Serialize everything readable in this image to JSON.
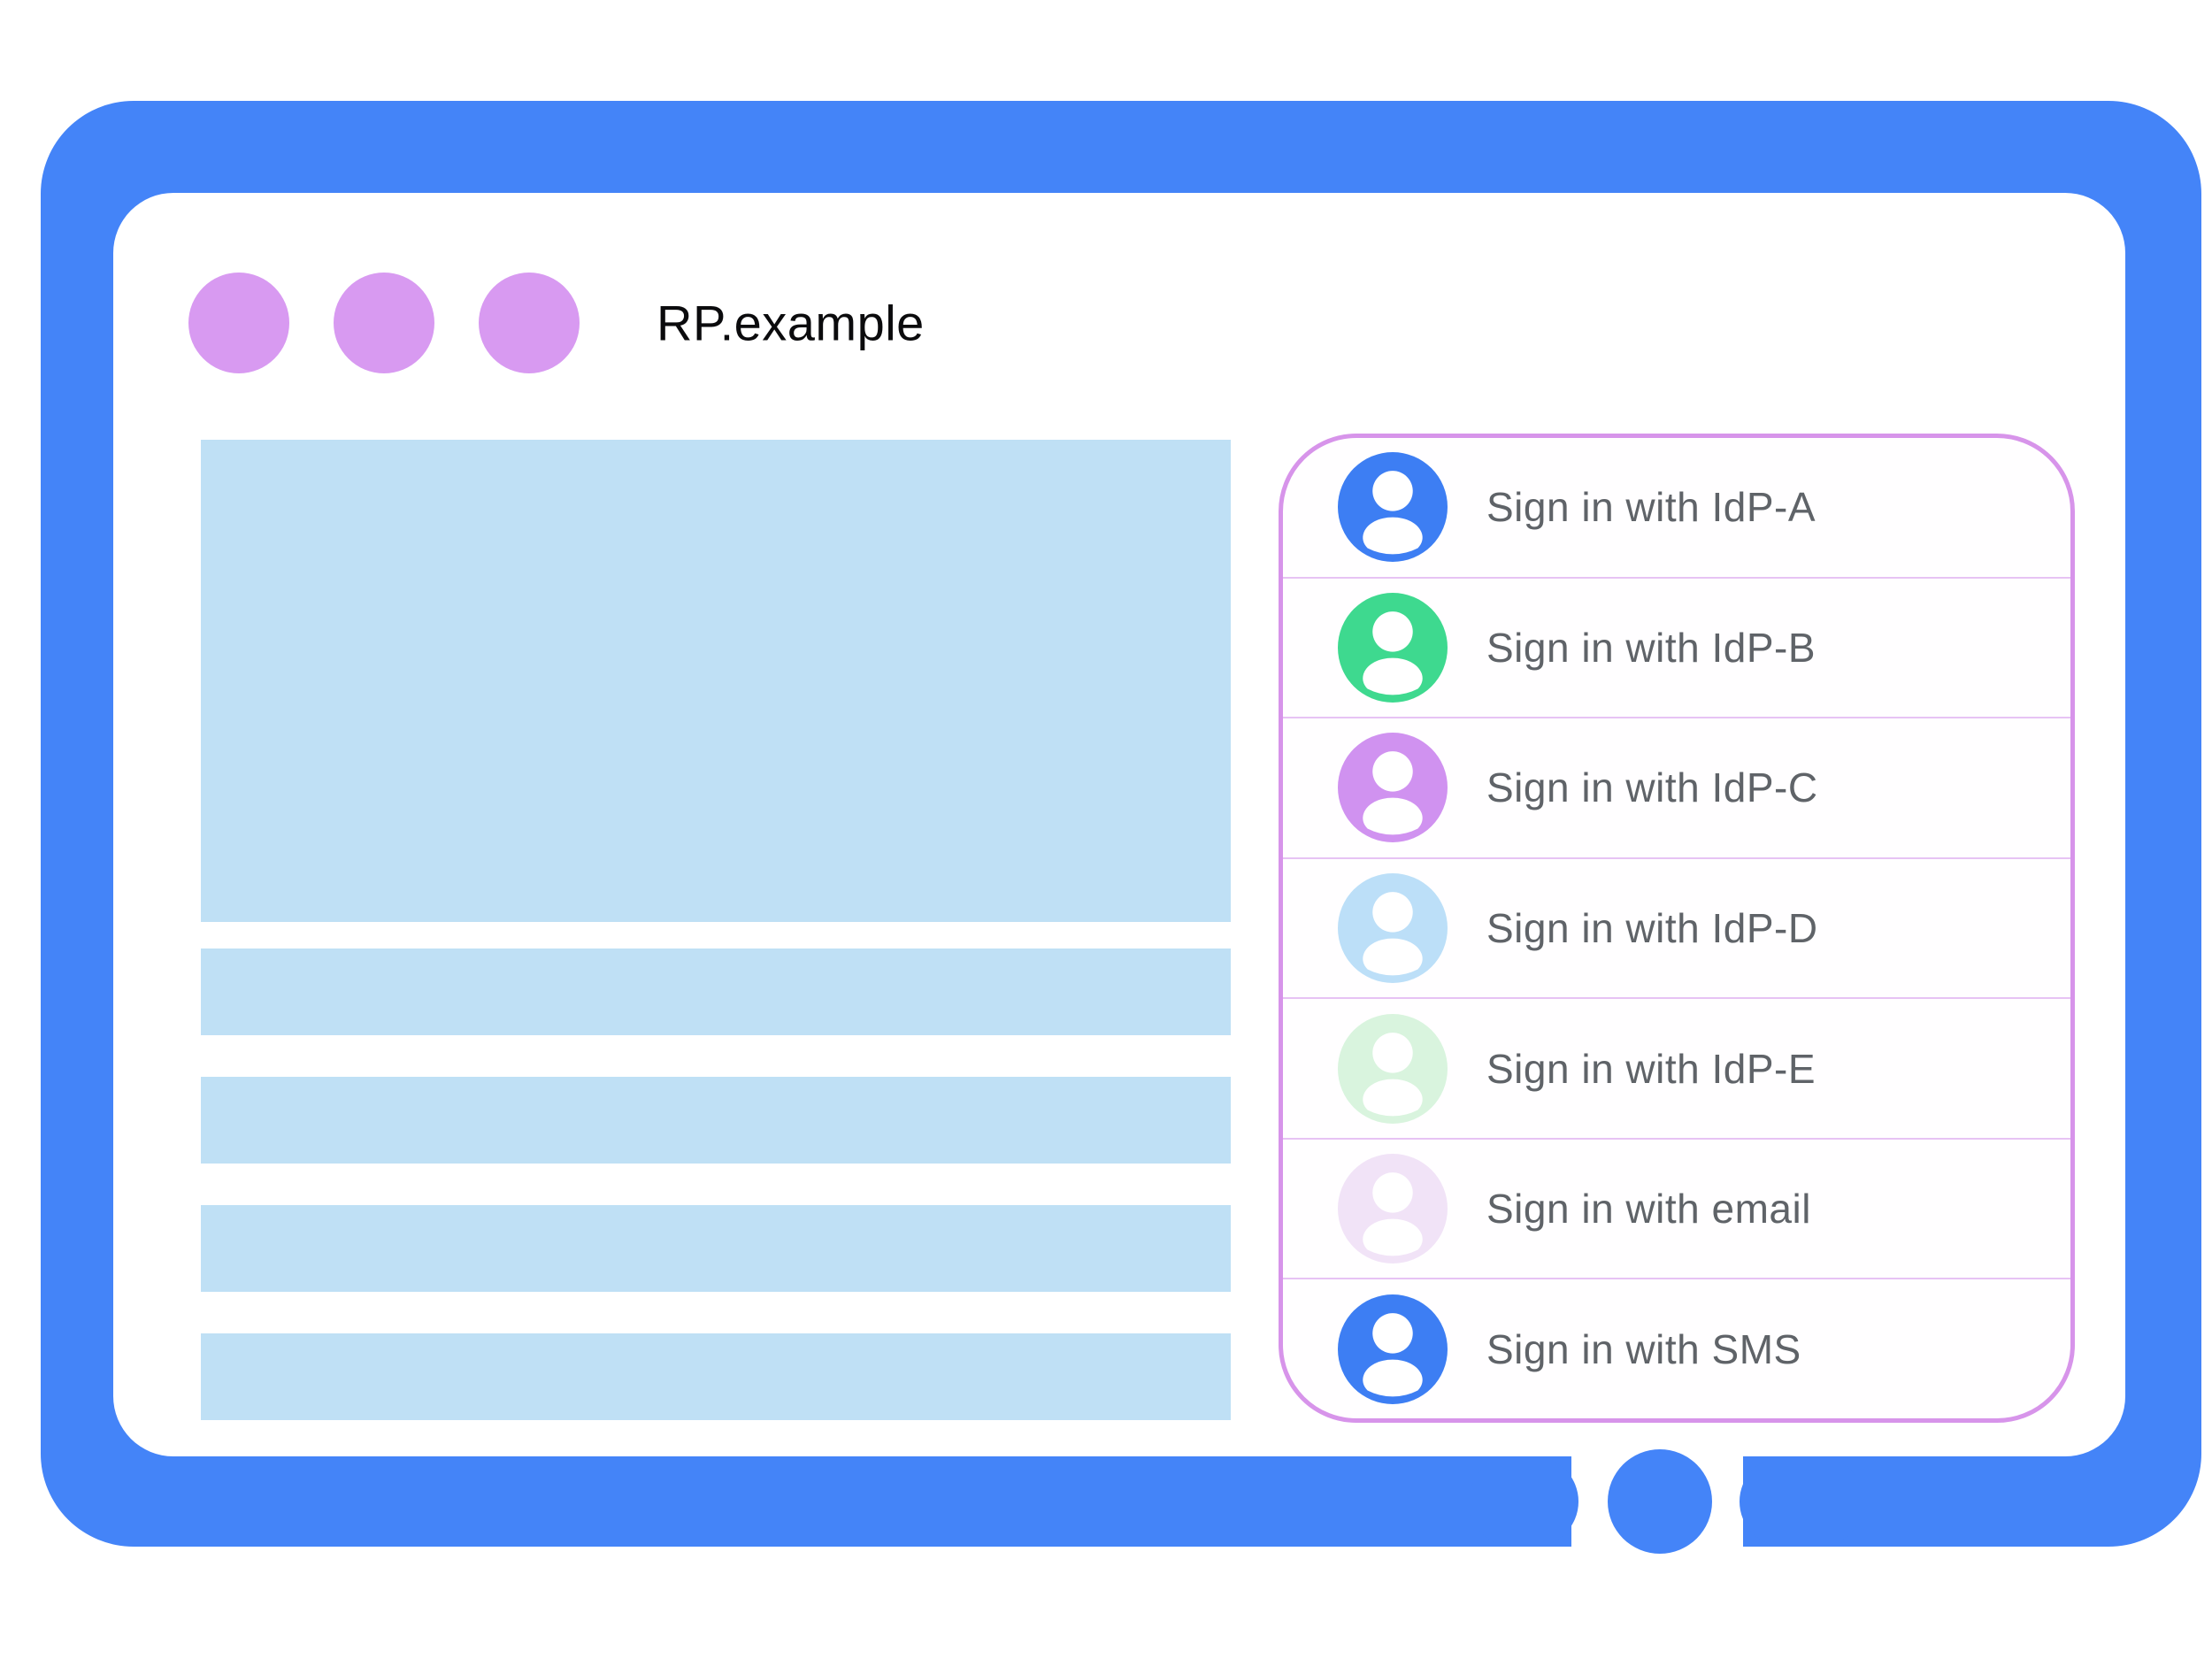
{
  "window": {
    "title": "RP.example",
    "frame_color": "#4484f8",
    "dot_color": "#d89af1",
    "placeholder_color": "#bfe0f5"
  },
  "signin": {
    "border_color": "#d794ea",
    "separator_color": "#e7c3f4",
    "text_color": "#5f6368",
    "options": [
      {
        "label": "Sign in with IdP-A",
        "avatar_color": "#3d7ef3",
        "icon": "person-icon"
      },
      {
        "label": "Sign in with IdP-B",
        "avatar_color": "#3ed98f",
        "icon": "person-icon"
      },
      {
        "label": "Sign in with IdP-C",
        "avatar_color": "#d092f0",
        "icon": "person-icon"
      },
      {
        "label": "Sign in with IdP-D",
        "avatar_color": "#bcdff8",
        "icon": "person-icon"
      },
      {
        "label": "Sign in with IdP-E",
        "avatar_color": "#d9f4de",
        "icon": "person-icon"
      },
      {
        "label": "Sign in with email",
        "avatar_color": "#f1e3f7",
        "icon": "person-icon"
      },
      {
        "label": "Sign in with SMS",
        "avatar_color": "#3d7ef3",
        "icon": "person-icon"
      }
    ]
  }
}
